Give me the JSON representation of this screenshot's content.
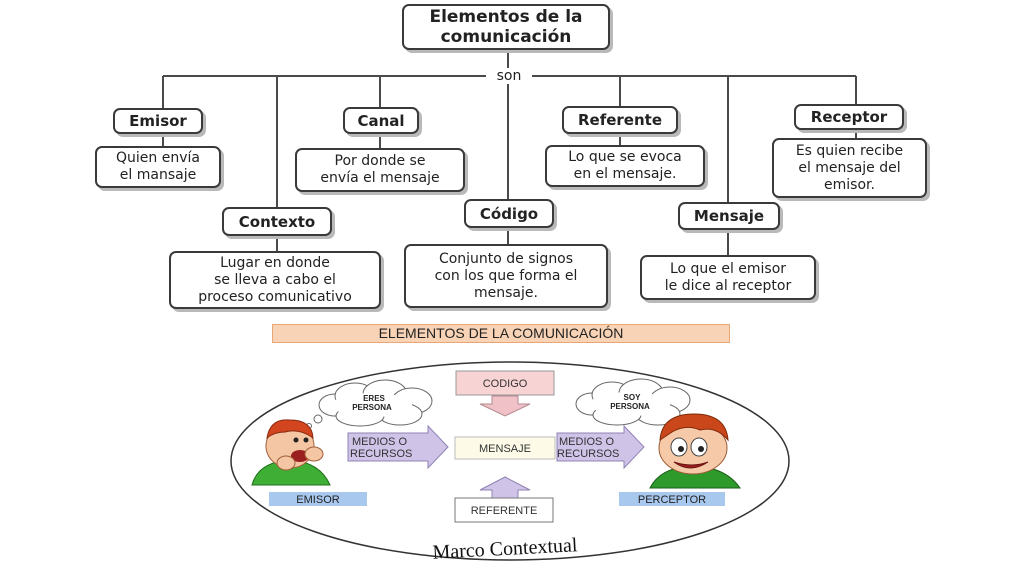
{
  "concept_map": {
    "root": "Elementos de la\ncomunicación",
    "link_word": "son",
    "emisor": {
      "title": "Emisor",
      "desc": "Quien envía\nel mansaje"
    },
    "canal": {
      "title": "Canal",
      "desc": "Por donde se\nenvía el mensaje"
    },
    "referente": {
      "title": "Referente",
      "desc": "Lo que se evoca\nen el mensaje."
    },
    "receptor": {
      "title": "Receptor",
      "desc": "Es quien recibe\nel mensaje del\nemisor."
    },
    "contexto": {
      "title": "Contexto",
      "desc": "Lugar en donde\nse lleva a cabo el\nproceso comunicativo"
    },
    "codigo": {
      "title": "Código",
      "desc": "Conjunto de signos\ncon los que forma el\nmensaje."
    },
    "mensaje": {
      "title": "Mensaje",
      "desc": "Lo que el emisor\nle dice al receptor"
    }
  },
  "banner": "ELEMENTOS DE LA COMUNICACIÓN",
  "model": {
    "codigo": "CODIGO",
    "mensaje": "MENSAJE",
    "referente": "REFERENTE",
    "medios_left_1": "MEDIOS O",
    "medios_left_2": "RECURSOS",
    "medios_right_1": "MEDIOS O",
    "medios_right_2": "RECURSOS",
    "cloud_left_1": "ERES",
    "cloud_left_2": "PERSONA",
    "cloud_right_1": "SOY",
    "cloud_right_2": "PERSONA",
    "emisor": "EMISOR",
    "perceptor": "PERCEPTOR",
    "marco": "Marco Contextual"
  },
  "colors": {
    "banner_bg": "#f8d3b5",
    "codigo_bg": "#f7d3d3",
    "arrow_purple": "#cfc3e8",
    "arrow_pink": "#f0c2c8",
    "role_label_bg": "#a9c8ee"
  }
}
